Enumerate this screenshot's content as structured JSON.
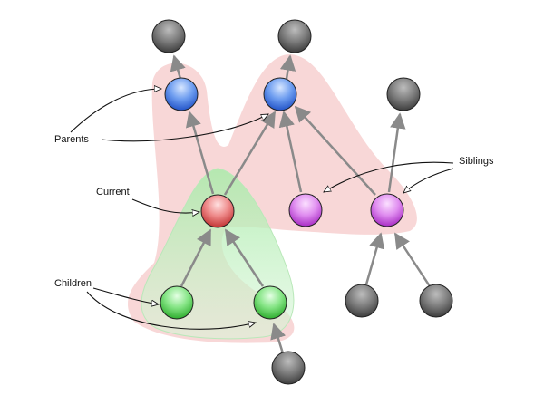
{
  "labels": {
    "parents": "Parents",
    "current": "Current",
    "siblings": "Siblings",
    "children": "Children"
  },
  "colors": {
    "parent": "#3f7fe6",
    "current": "#d84a4a",
    "sibling": "#c236d8",
    "child": "#3fc83f",
    "other": "#5c5c5c",
    "parents_region": "#f3b7b7",
    "children_region": "#a9eba9",
    "edge": "#8a8a8a"
  }
}
